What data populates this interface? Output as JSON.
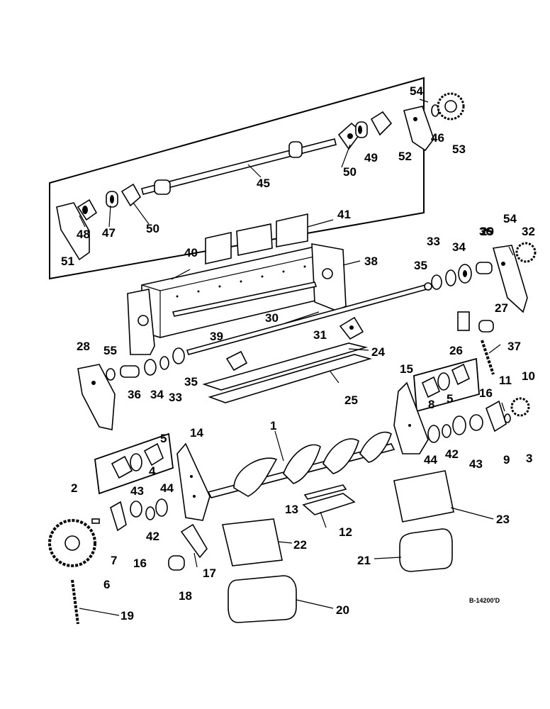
{
  "drawing_ref": "B-14200'D",
  "callouts": [
    {
      "n": "1"
    },
    {
      "n": "2"
    },
    {
      "n": "3"
    },
    {
      "n": "4"
    },
    {
      "n": "5"
    },
    {
      "n": "5"
    },
    {
      "n": "5"
    },
    {
      "n": "6"
    },
    {
      "n": "7"
    },
    {
      "n": "8"
    },
    {
      "n": "9"
    },
    {
      "n": "10"
    },
    {
      "n": "11"
    },
    {
      "n": "12"
    },
    {
      "n": "13"
    },
    {
      "n": "14"
    },
    {
      "n": "15"
    },
    {
      "n": "16"
    },
    {
      "n": "16"
    },
    {
      "n": "17"
    },
    {
      "n": "18"
    },
    {
      "n": "19"
    },
    {
      "n": "20"
    },
    {
      "n": "21"
    },
    {
      "n": "22"
    },
    {
      "n": "23"
    },
    {
      "n": "24"
    },
    {
      "n": "25"
    },
    {
      "n": "26"
    },
    {
      "n": "27"
    },
    {
      "n": "28"
    },
    {
      "n": "29"
    },
    {
      "n": "30"
    },
    {
      "n": "31"
    },
    {
      "n": "32"
    },
    {
      "n": "33"
    },
    {
      "n": "33"
    },
    {
      "n": "34"
    },
    {
      "n": "34"
    },
    {
      "n": "35"
    },
    {
      "n": "35"
    },
    {
      "n": "36"
    },
    {
      "n": "36"
    },
    {
      "n": "37"
    },
    {
      "n": "38"
    },
    {
      "n": "39"
    },
    {
      "n": "40"
    },
    {
      "n": "41"
    },
    {
      "n": "42"
    },
    {
      "n": "42"
    },
    {
      "n": "43"
    },
    {
      "n": "43"
    },
    {
      "n": "44"
    },
    {
      "n": "44"
    },
    {
      "n": "45"
    },
    {
      "n": "46"
    },
    {
      "n": "47"
    },
    {
      "n": "48"
    },
    {
      "n": "49"
    },
    {
      "n": "50"
    },
    {
      "n": "50"
    },
    {
      "n": "51"
    },
    {
      "n": "52"
    },
    {
      "n": "53"
    },
    {
      "n": "54"
    },
    {
      "n": "54"
    },
    {
      "n": "55"
    }
  ]
}
